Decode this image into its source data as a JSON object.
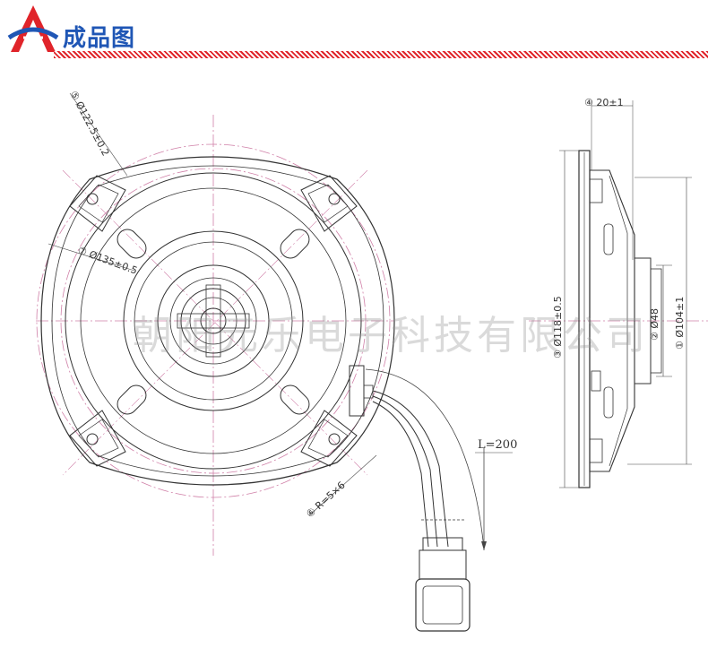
{
  "header": {
    "title": "成品图",
    "logo_icon": "triangle-a-logo-icon",
    "brand_blue": "#1f56b5",
    "brand_red": "#e0242a"
  },
  "front_view": {
    "dim5": "Ø122.5±0.2",
    "dim5_num": "⑤",
    "dim7": "Ø135±0.5",
    "dim7_num": "⑦",
    "dim6": "R=5×6",
    "dim6_num": "⑥",
    "cable_length": "L=200"
  },
  "side_view": {
    "dim4": "20±1",
    "dim4_num": "④",
    "dim3": "Ø118±0.5",
    "dim3_num": "③",
    "dim2": "Ø48",
    "dim2_num": "②",
    "dim1": "Ø104±1",
    "dim1_num": "①"
  },
  "watermark": "朝阳元乐电子科技有限公司"
}
